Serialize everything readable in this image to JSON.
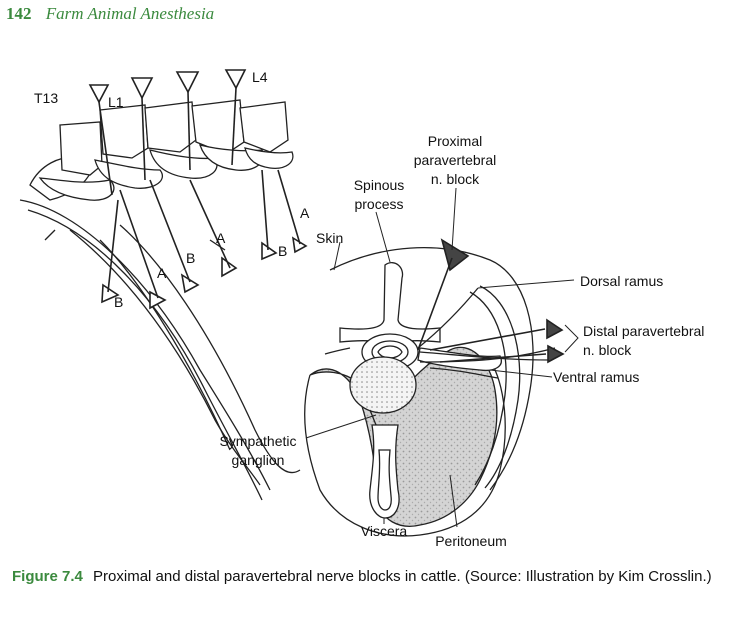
{
  "header": {
    "page_number": "142",
    "book_title": "Farm Animal Anesthesia"
  },
  "labels": {
    "t13": "T13",
    "l1": "L1",
    "l4": "L4",
    "a1": "A",
    "a2": "A",
    "a3": "A",
    "b1": "B",
    "b2": "B",
    "b3": "B",
    "prox_1": "Proximal",
    "prox_2": "paravertebral",
    "prox_3": "n. block",
    "spin_1": "Spinous",
    "spin_2": "process",
    "skin": "Skin",
    "dorsal_ramus": "Dorsal ramus",
    "distal_1": "Distal paravertebral",
    "distal_2": "n. block",
    "ventral_ramus": "Ventral ramus",
    "symp_1": "Sympathetic",
    "symp_2": "ganglion",
    "viscera": "Viscera",
    "peritoneum": "Peritoneum"
  },
  "caption": {
    "figure_label": "Figure 7.4",
    "text": "Proximal and distal paravertebral nerve blocks in cattle. (Source: Illustration by Kim Crosslin.)"
  }
}
